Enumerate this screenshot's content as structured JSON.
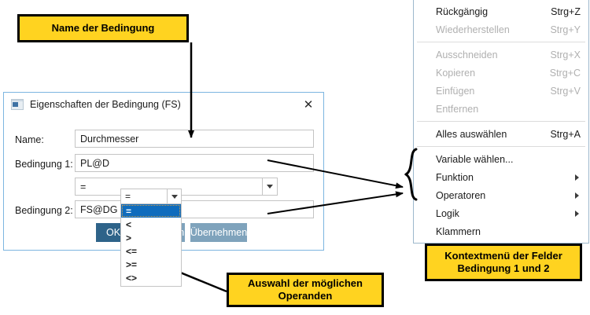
{
  "callouts": {
    "name_label": "Name der Bedingung",
    "operanden_label_line1": "Auswahl der möglichen",
    "operanden_label_line2": "Operanden",
    "kontext_label_line1": "Kontextmenü der Felder",
    "kontext_label_line2": "Bedingung 1 und 2"
  },
  "dialog": {
    "title": "Eigenschaften der Bedingung (FS)",
    "icon": "window-app-icon",
    "close_icon": "✕",
    "fields": [
      {
        "label": "Name:",
        "value": "Durchmesser"
      },
      {
        "label": "Bedingung 1:",
        "value": "PL@D"
      },
      {
        "label": "Bedingung 2:",
        "value": "FS@DG"
      }
    ],
    "operator_combo": {
      "value": "=",
      "open_value": "=",
      "options": [
        "=",
        "<",
        ">",
        "<=",
        ">=",
        "<>"
      ],
      "selected_index": 0
    },
    "buttons": {
      "ok": "OK",
      "cancel": "Abbrechen",
      "apply": "Übernehmen"
    },
    "colors": {
      "frame": "#7CB5E0",
      "ok_button": "#2E6389",
      "secondary_button": "#7FA3BC",
      "selection": "#0F6CBD"
    }
  },
  "context_menu": {
    "items": [
      {
        "label": "Rückgängig",
        "shortcut": "Strg+Z",
        "enabled": true,
        "submenu": false
      },
      {
        "label": "Wiederherstellen",
        "shortcut": "Strg+Y",
        "enabled": false,
        "submenu": false
      },
      {
        "separator": true
      },
      {
        "label": "Ausschneiden",
        "shortcut": "Strg+X",
        "enabled": false,
        "submenu": false
      },
      {
        "label": "Kopieren",
        "shortcut": "Strg+C",
        "enabled": false,
        "submenu": false
      },
      {
        "label": "Einfügen",
        "shortcut": "Strg+V",
        "enabled": false,
        "submenu": false
      },
      {
        "label": "Entfernen",
        "shortcut": "",
        "enabled": false,
        "submenu": false
      },
      {
        "separator": true
      },
      {
        "label": "Alles auswählen",
        "shortcut": "Strg+A",
        "enabled": true,
        "submenu": false
      },
      {
        "separator": true
      },
      {
        "label": "Variable wählen...",
        "shortcut": "",
        "enabled": true,
        "submenu": false
      },
      {
        "label": "Funktion",
        "shortcut": "",
        "enabled": true,
        "submenu": true
      },
      {
        "label": "Operatoren",
        "shortcut": "",
        "enabled": true,
        "submenu": true
      },
      {
        "label": "Logik",
        "shortcut": "",
        "enabled": true,
        "submenu": true
      },
      {
        "label": "Klammern",
        "shortcut": "",
        "enabled": true,
        "submenu": false
      }
    ]
  },
  "annotation_colors": {
    "callout_fill": "#FFD320",
    "callout_border": "#000000",
    "arrow": "#000000"
  }
}
